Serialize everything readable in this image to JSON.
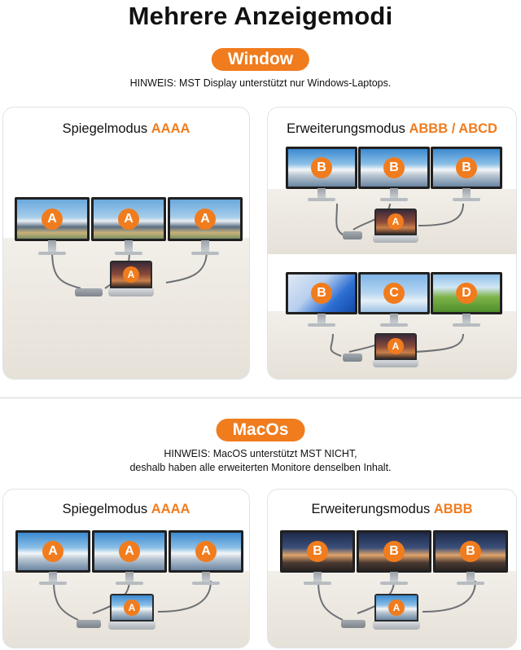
{
  "title": "Mehrere Anzeigemodi",
  "windows": {
    "badge": "Window",
    "note": "HINWEIS: MST Display unterstützt nur Windows-Laptops.",
    "mirror": {
      "label": "Spiegelmodus ",
      "accent": "AAAA",
      "monitors": [
        "A",
        "A",
        "A"
      ],
      "laptop": "A"
    },
    "extend": {
      "label": "Erweiterungsmodus ",
      "accent": "ABBB / ABCD",
      "top": {
        "monitors": [
          "B",
          "B",
          "B"
        ],
        "laptop": "A"
      },
      "bottom": {
        "monitors": [
          "B",
          "C",
          "D"
        ],
        "laptop": "A"
      }
    }
  },
  "macos": {
    "badge": "MacOs",
    "note_line1": "HINWEIS: MacOS unterstützt MST NICHT,",
    "note_line2": "deshalb haben alle erweiterten Monitore denselben Inhalt.",
    "mirror": {
      "label": "Spiegelmodus ",
      "accent": "AAAA",
      "monitors": [
        "A",
        "A",
        "A"
      ],
      "laptop": "A"
    },
    "extend": {
      "label": "Erweiterungsmodus ",
      "accent": "ABBB",
      "monitors": [
        "B",
        "B",
        "B"
      ],
      "laptop": "A"
    }
  },
  "colors": {
    "accent": "#f07c1e",
    "border": "#dfe3e7"
  }
}
